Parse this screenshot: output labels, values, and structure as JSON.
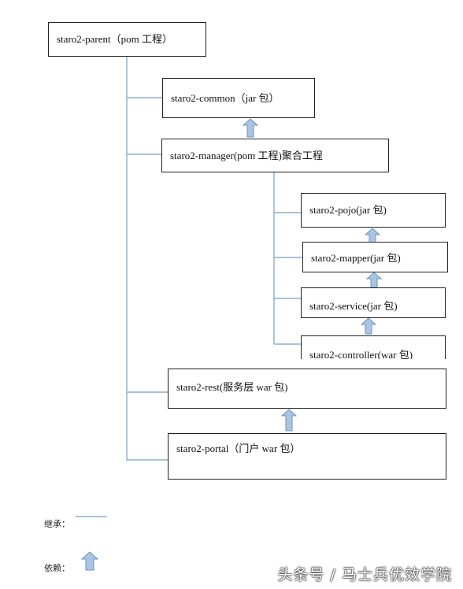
{
  "nodes": {
    "parent": "staro2-parent（pom 工程）",
    "common": "staro2-common（jar 包）",
    "manager": "staro2-manager(pom 工程)聚合工程",
    "pojo": "staro2-pojo(jar 包)",
    "mapper": "staro2-mapper(jar 包)",
    "service": "staro2-service(jar 包)",
    "controller": "staro2-controller(war 包)",
    "rest": "staro2-rest(服务层 war 包)",
    "portal": "staro2-portal（门户 war 包）"
  },
  "legend": {
    "inherit_label": "继承：",
    "depend_label": "依赖："
  },
  "watermark": "头条号 / 马士兵优效学院",
  "colors": {
    "line": "#8aaed0",
    "arrow_fill": "#a9c5e3",
    "arrow_stroke": "#6f93bb",
    "box_border": "#222222"
  }
}
